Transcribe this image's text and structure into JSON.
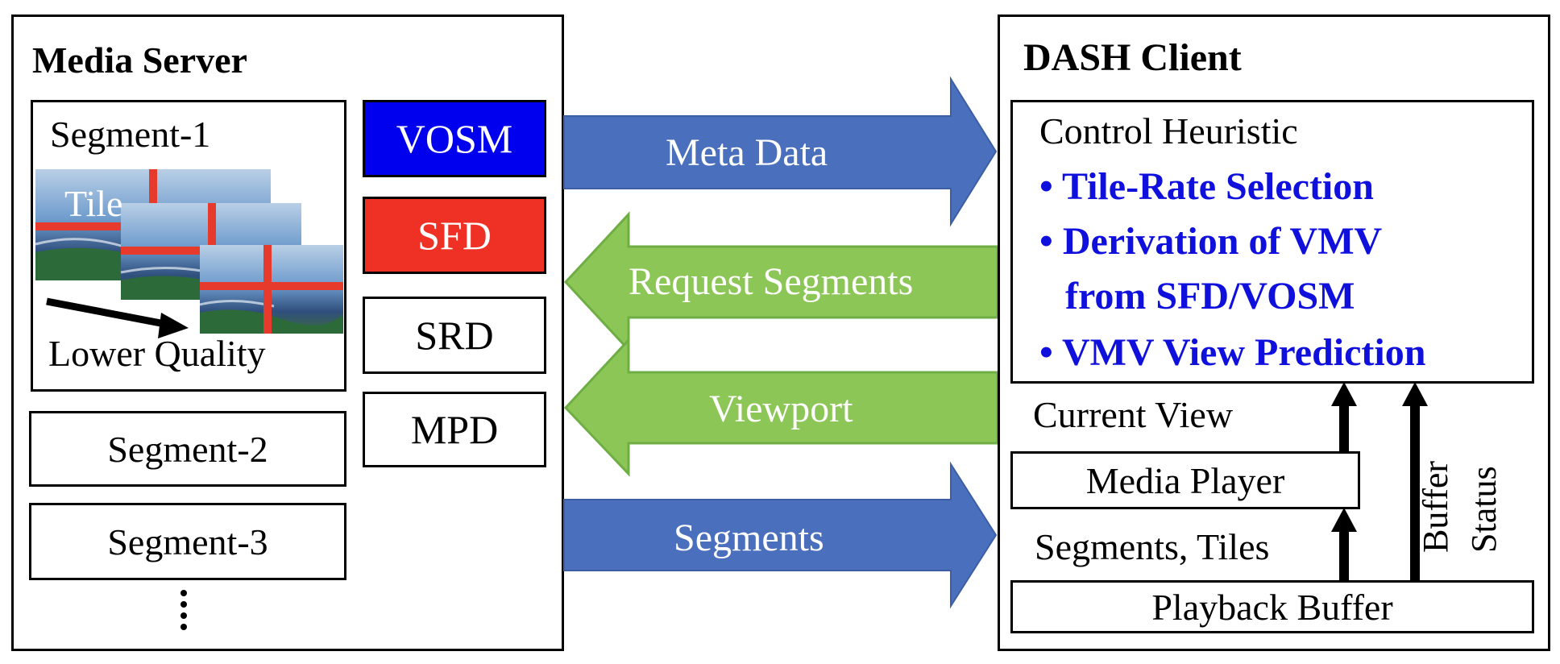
{
  "server": {
    "title": "Media Server",
    "segment1": {
      "label": "Segment-1",
      "tile_label": "Tile",
      "quality_label": "Lower Quality"
    },
    "segment2": "Segment-2",
    "segment3": "Segment-3",
    "metadata_boxes": [
      {
        "label": "VOSM",
        "color": "#0000ee"
      },
      {
        "label": "SFD",
        "color": "#ee3124"
      },
      {
        "label": "SRD",
        "color": "#ffffff"
      },
      {
        "label": "MPD",
        "color": "#ffffff"
      }
    ]
  },
  "arrows": {
    "meta": {
      "label": "Meta Data",
      "color": "#4a6fbd"
    },
    "request": {
      "label": "Request Segments",
      "color": "#8cc657"
    },
    "viewport": {
      "label": "Viewport",
      "color": "#8cc657"
    },
    "segments": {
      "label": "Segments",
      "color": "#4a6fbd"
    }
  },
  "client": {
    "title": "DASH Client",
    "heuristic": {
      "title": "Control Heuristic",
      "items": [
        "Tile-Rate Selection",
        "Derivation of VMV",
        "from SFD/VOSM",
        "VMV View Prediction"
      ],
      "item_color": "#1010dd"
    },
    "current_view": "Current View",
    "media_player": "Media Player",
    "segments_tiles": "Segments, Tiles",
    "buffer_status": "Buffer Status",
    "playback_buffer": "Playback Buffer"
  }
}
